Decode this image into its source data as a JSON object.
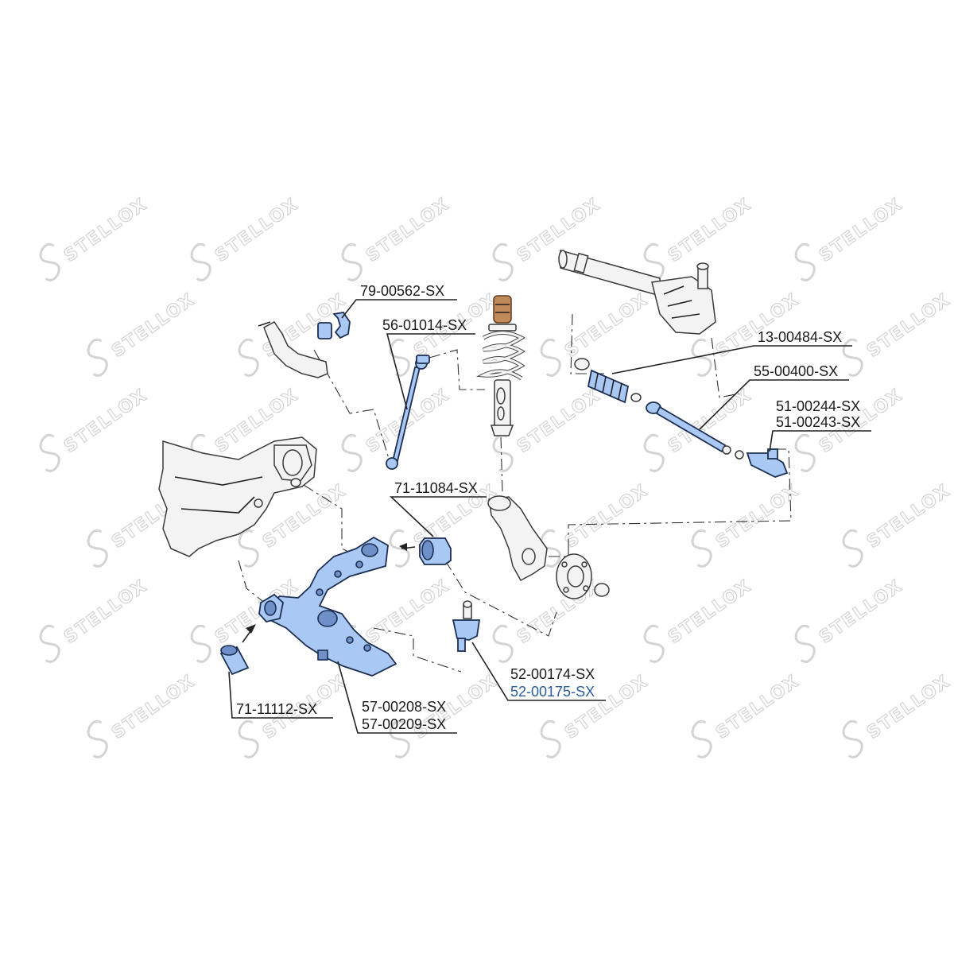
{
  "colors": {
    "part_fill": "#a9c8f4",
    "part_outline": "#1d2f52",
    "highlight_label": "#2a5d9c"
  },
  "watermark": {
    "text": "STELLOX"
  },
  "labels": {
    "stab_bushing": "79-00562-SX",
    "stab_link": "56-01014-SX",
    "rack_boot": "13-00484-SX",
    "tie_rod": "55-00400-SX",
    "tie_rod_end_1": "51-00244-SX",
    "tie_rod_end_2": "51-00243-SX",
    "arm_bushing_front": "71-11084-SX",
    "ball_joint_1": "52-00174-SX",
    "ball_joint_2": "52-00175-SX",
    "arm_bushing_rear": "71-11112-SX",
    "control_arm_1": "57-00208-SX",
    "control_arm_2": "57-00209-SX"
  }
}
